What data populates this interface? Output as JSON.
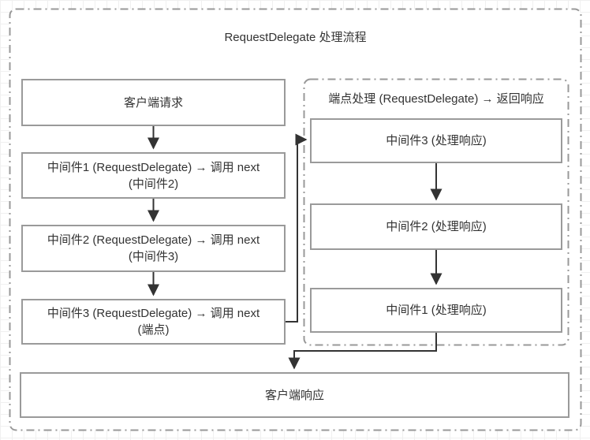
{
  "title": "RequestDelegate 处理流程",
  "flow": {
    "client_request": "客户端请求",
    "middleware_steps": [
      {
        "line1": "中间件1 (RequestDelegate) → 调用 next",
        "line2": "(中间件2)"
      },
      {
        "line1": "中间件2 (RequestDelegate) → 调用 next",
        "line2": "(中间件3)"
      },
      {
        "line1": "中间件3 (RequestDelegate) → 调用 next",
        "line2": "(端点)"
      }
    ],
    "endpoint_group": {
      "title": "端点处理 (RequestDelegate) → 返回响应",
      "response_steps": [
        "中间件3 (处理响应)",
        "中间件2 (处理响应)",
        "中间件1 (处理响应)"
      ]
    },
    "client_response": "客户端响应"
  },
  "colors": {
    "box_border": "#9a9a9a",
    "container_border": "#999999",
    "arrow": "#333333",
    "text": "#333333",
    "background": "#ffffff",
    "grid_line": "#f0f0f0"
  }
}
